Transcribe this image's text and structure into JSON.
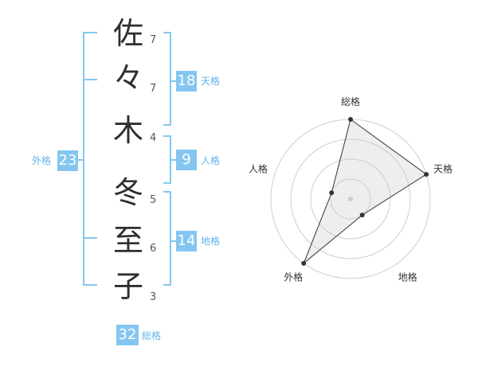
{
  "name": {
    "characters": [
      {
        "char": "佐",
        "strokes": "7"
      },
      {
        "char": "々",
        "strokes": "7"
      },
      {
        "char": "木",
        "strokes": "4"
      },
      {
        "char": "冬",
        "strokes": "5"
      },
      {
        "char": "至",
        "strokes": "6"
      },
      {
        "char": "子",
        "strokes": "3"
      }
    ]
  },
  "fortunes": {
    "tenkaku": {
      "value": "18",
      "label": "天格"
    },
    "jinkaku": {
      "value": "9",
      "label": "人格"
    },
    "chikaku": {
      "value": "14",
      "label": "地格"
    },
    "gaikaku": {
      "value": "23",
      "label": "外格"
    },
    "soukaku": {
      "value": "32",
      "label": "総格"
    }
  },
  "colors": {
    "accent": "#84c6f0",
    "bracket": "#85c7ef",
    "label": "#61b3e8"
  },
  "chart_data": {
    "type": "radar",
    "axes": [
      "総格",
      "天格",
      "地格",
      "外格",
      "人格"
    ],
    "values": [
      4,
      4,
      1,
      4,
      1
    ],
    "rmax": 4,
    "rings": 4,
    "grid": true
  }
}
